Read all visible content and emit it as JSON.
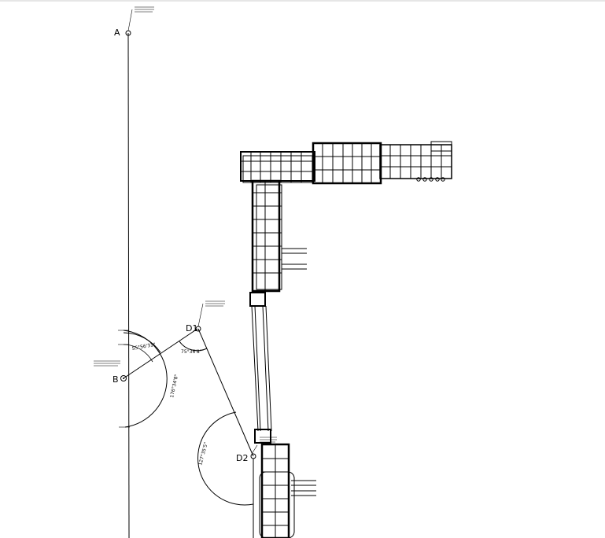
{
  "points": {
    "A": "A",
    "B": "B",
    "D1": "D1",
    "D2": "D2"
  },
  "angles": {
    "b_upper": "55°56'31\"",
    "b_lower": "176°34'8\"",
    "d1": "75°36'8\"",
    "d2": "127°35'5\""
  },
  "colors": {
    "line": "#000000",
    "background": "#ffffff"
  }
}
